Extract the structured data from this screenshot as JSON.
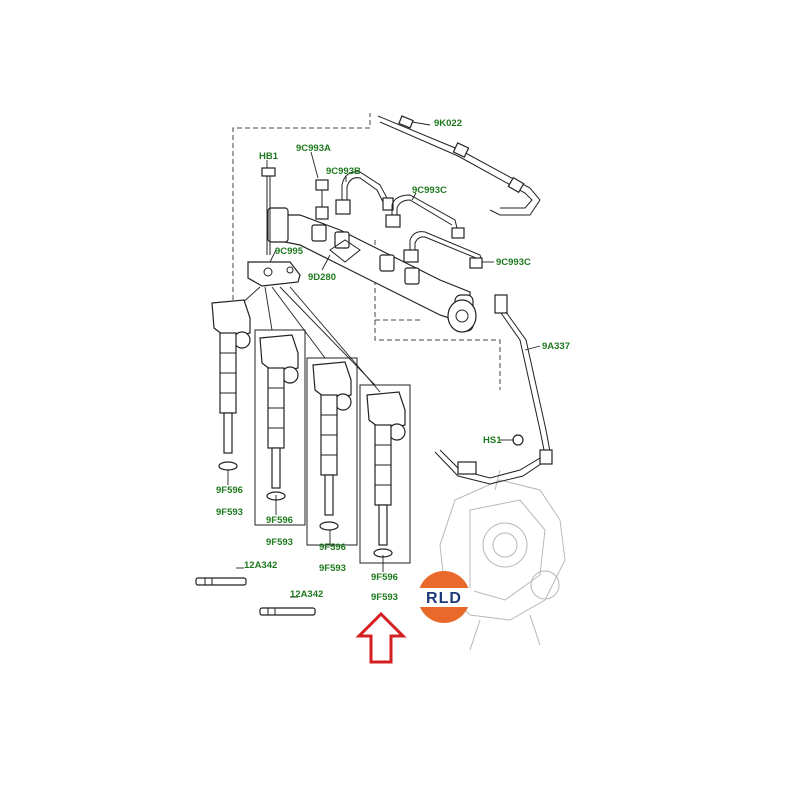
{
  "labels": {
    "hb1": "HB1",
    "c993a": "9C993A",
    "c993b": "9C993B",
    "c993c_top": "9C993C",
    "c993c_right": "9C993C",
    "k022": "9K022",
    "c995": "9C995",
    "d280": "9D280",
    "a337": "9A337",
    "hs1": "HS1",
    "f596_1": "9F596",
    "f593_1": "9F593",
    "f596_2": "9F596",
    "f593_2": "9F593",
    "f596_3": "9F596",
    "f593_3": "9F593",
    "f596_4": "9F596",
    "f593_4": "9F593",
    "a342_1": "12A342",
    "a342_2": "12A342"
  },
  "logo": {
    "text": "RLD"
  },
  "colors": {
    "label_green": "#1f7a1f",
    "arrow_red": "#d42020",
    "logo_orange": "#e8692a",
    "logo_blue": "#1e3a78"
  }
}
